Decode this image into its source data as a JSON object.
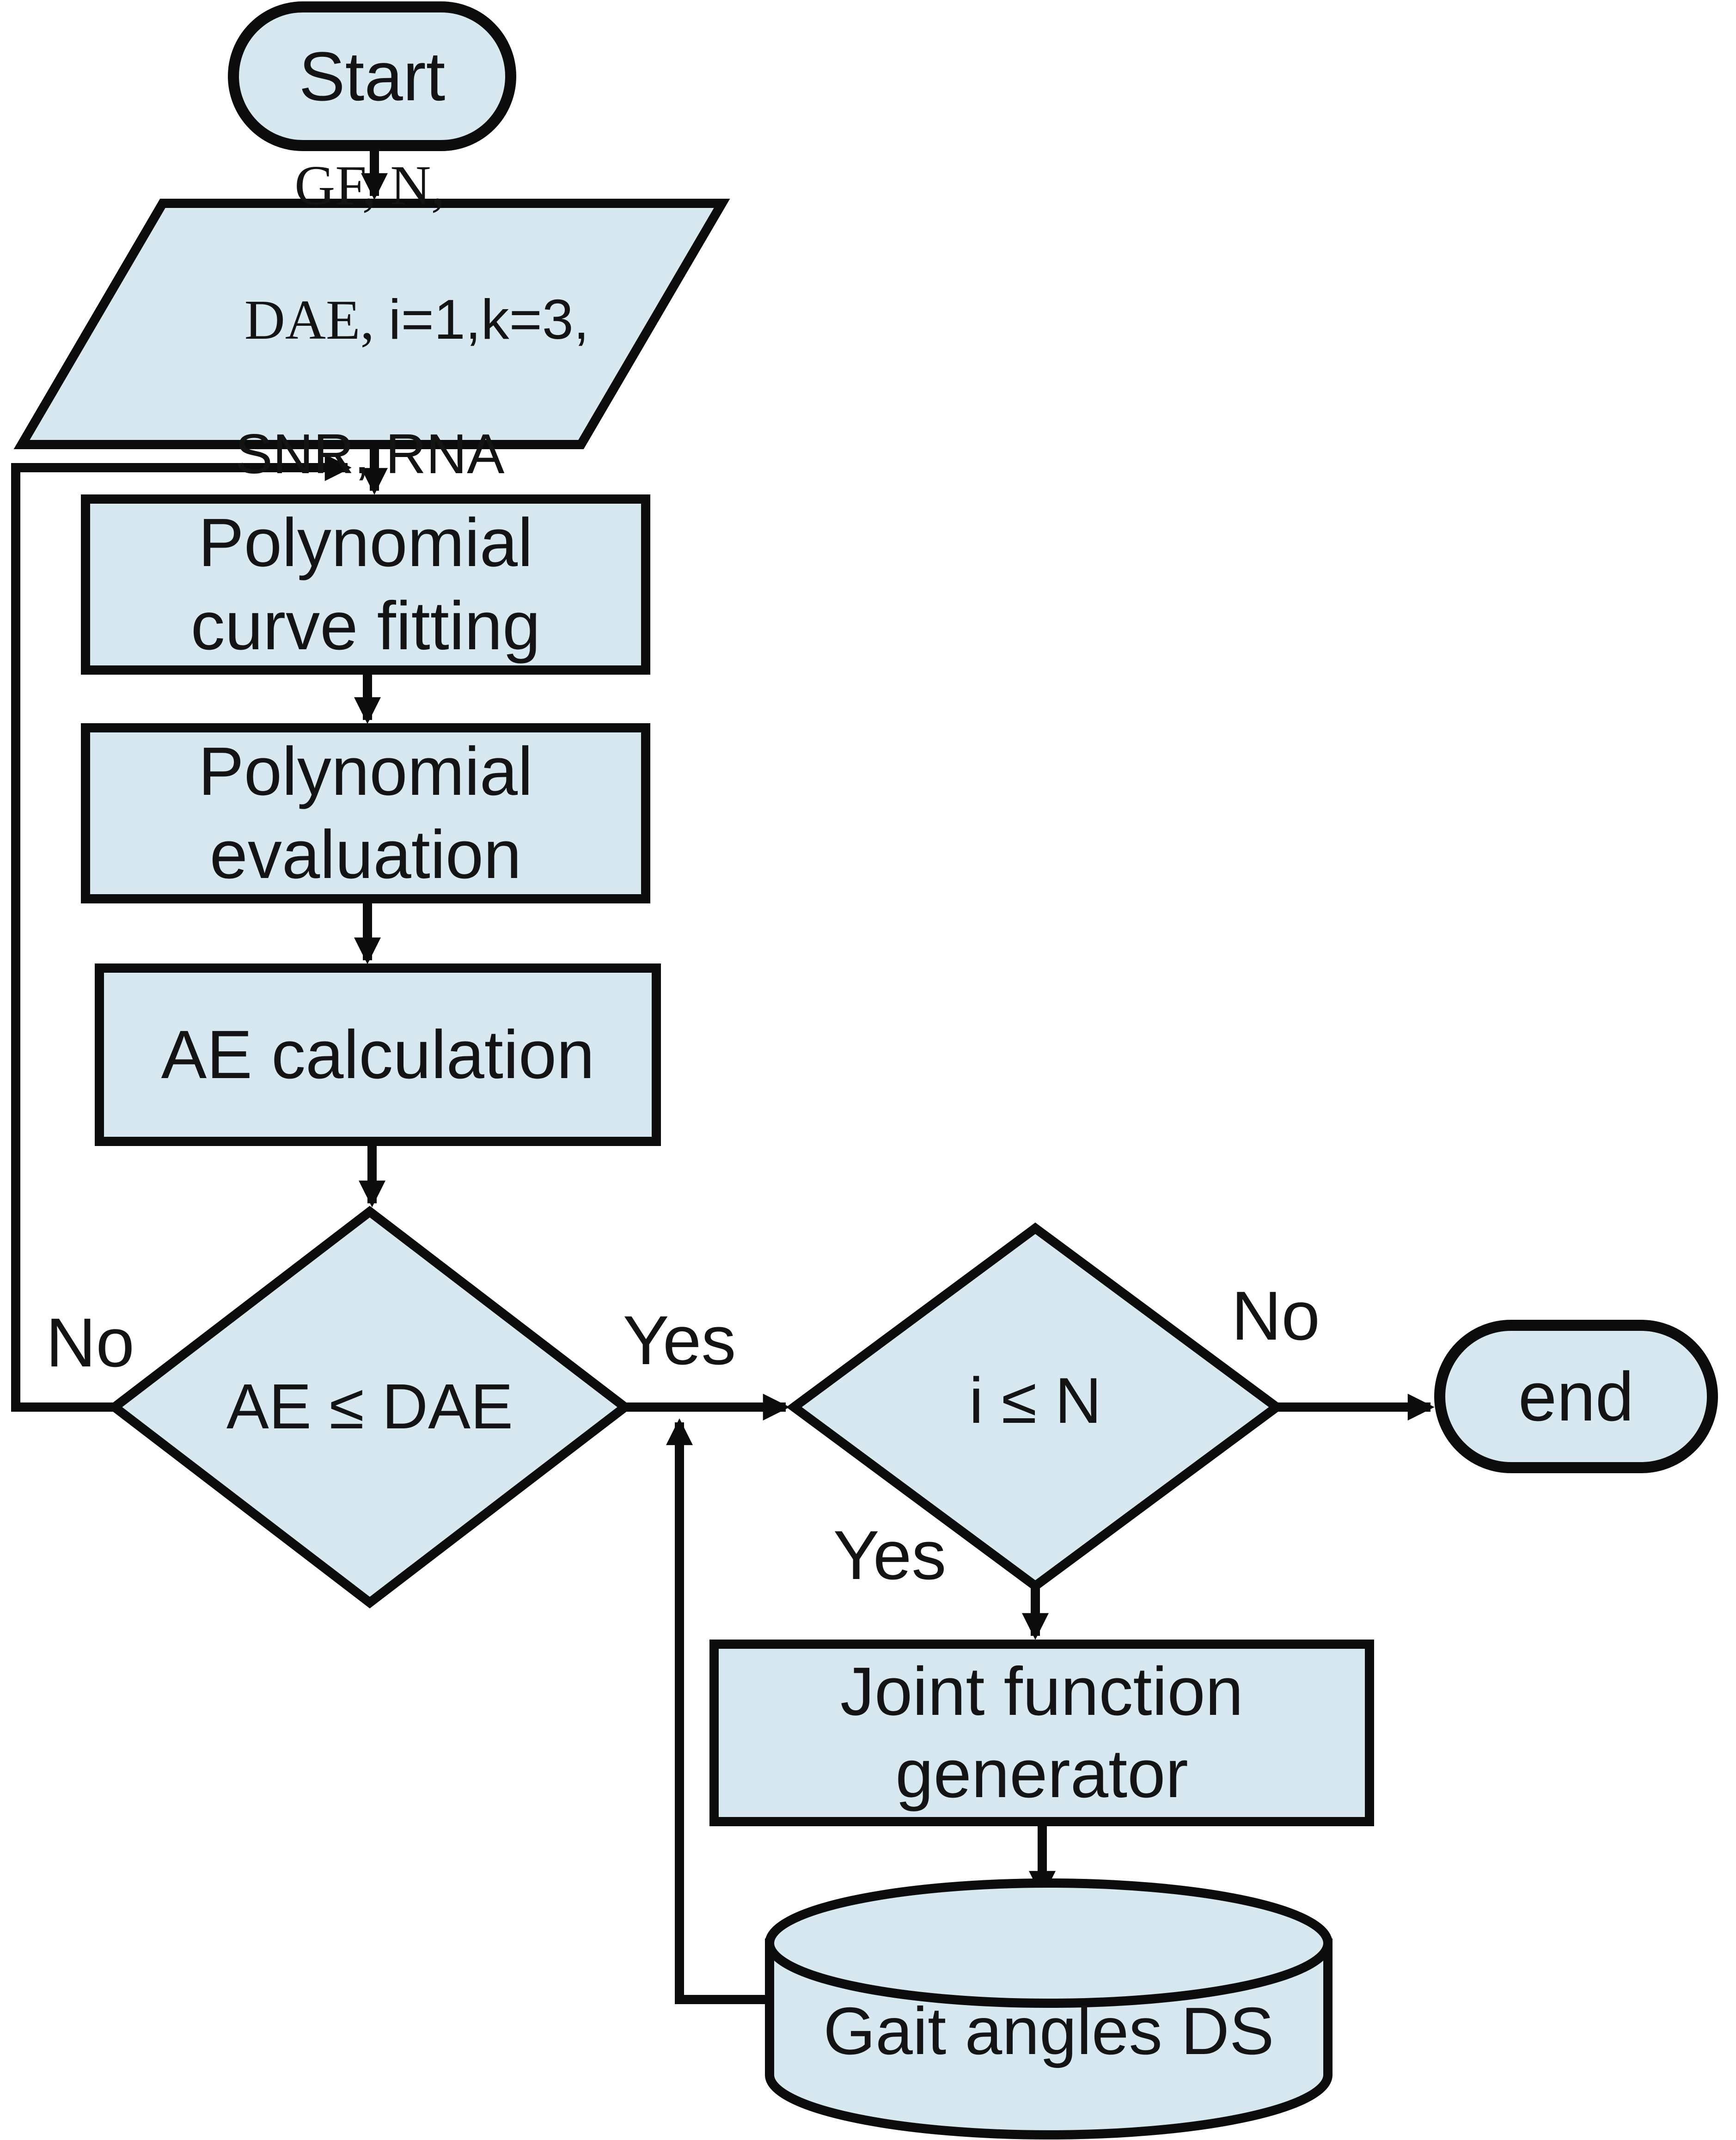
{
  "theme": {
    "node_fill": "#d8e8f1",
    "stroke": "#0c0c0c",
    "text": "#141414",
    "background": "#ffffff"
  },
  "flowchart": {
    "start": {
      "label": "Start"
    },
    "input": {
      "line1": "GF, N,",
      "line2_serif": "DAE, ",
      "line2_sans": "i=1,k=3,",
      "line3": "SNR, RNA"
    },
    "fitting": {
      "line1": "Polynomial",
      "line2": "curve fitting"
    },
    "evaluation": {
      "line1": "Polynomial",
      "line2": "evaluation"
    },
    "ae_calc": {
      "label": "AE calculation"
    },
    "decision_ae": {
      "label": "AE ≤ DAE",
      "no": "No",
      "yes": "Yes"
    },
    "decision_i": {
      "label": "i ≤ N",
      "no": "No",
      "yes": "Yes"
    },
    "joint": {
      "line1": "Joint function",
      "line2": "generator"
    },
    "datastore": {
      "label": "Gait angles DS"
    },
    "end": {
      "label": "end"
    }
  }
}
